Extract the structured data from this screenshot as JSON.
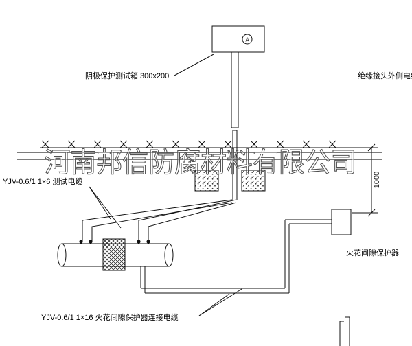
{
  "labels": {
    "test_box": "阴极保护测试箱 300x200",
    "outer_cable": "绝缘接头外侧电缆",
    "test_cable": "YJV-0.6/1  1×6  测试电缆",
    "spark_gap": "火花间隙保护器",
    "connection_cable": "YJV-0.6/1  1×16  火花间隙保护器连接电缆",
    "dimension": "1000",
    "ammeter": "A"
  },
  "watermark": {
    "text": "河南邦信防腐材料有限公司"
  },
  "colors": {
    "line": "#111111",
    "watermark_stroke": "#333333",
    "background": "#ffffff"
  }
}
